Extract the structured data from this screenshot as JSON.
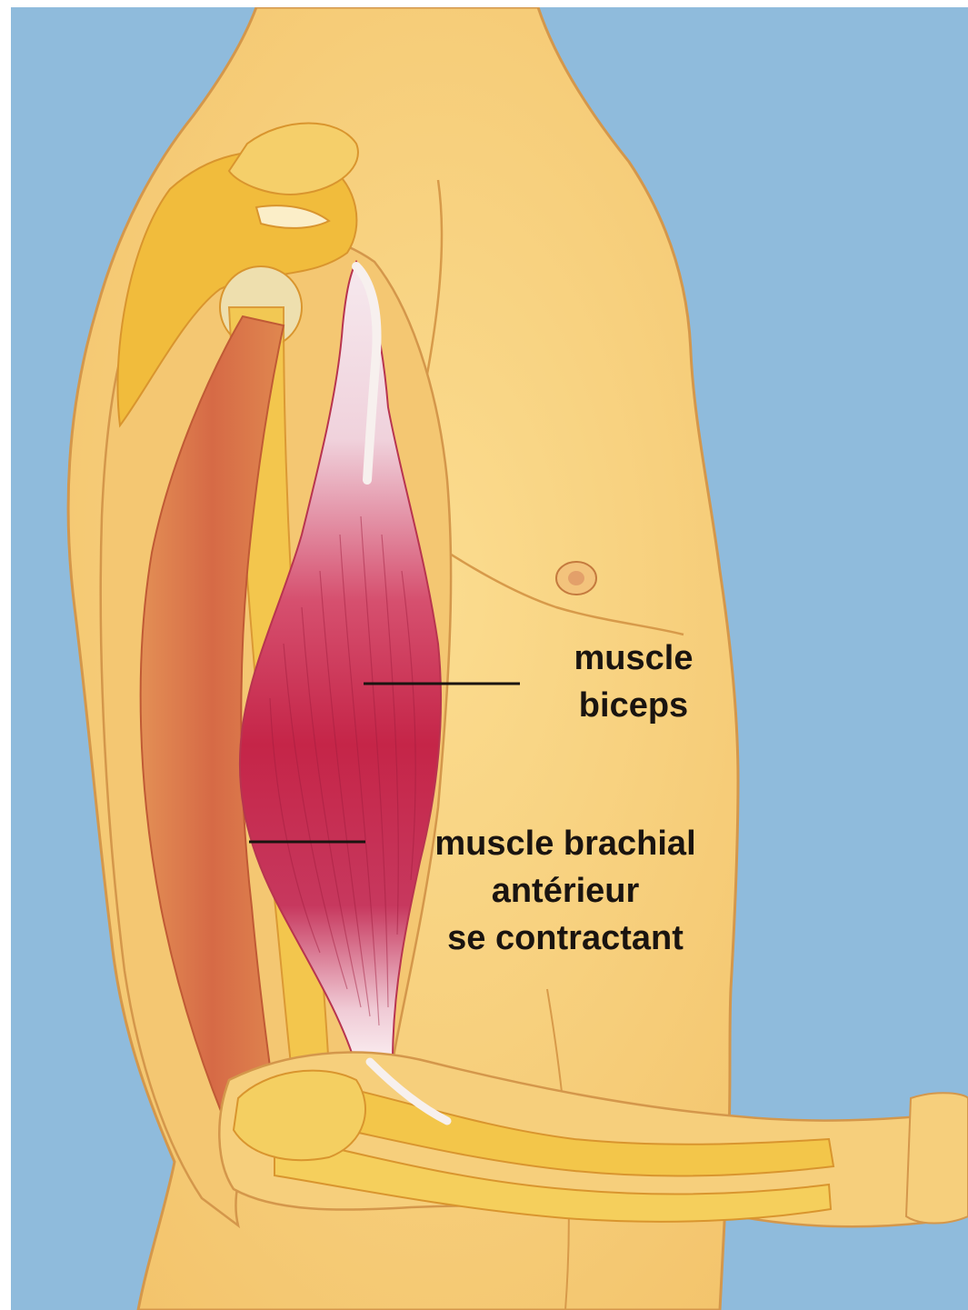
{
  "labels": {
    "biceps": {
      "line1": "muscle",
      "line2": "biceps"
    },
    "brachial": {
      "line1": "muscle brachial",
      "line2": "antérieur",
      "line3": "se contractant"
    }
  },
  "colors": {
    "background": "#8fbbdc",
    "skin": "#f6cf7c",
    "skin_outline": "#d79a4a",
    "bone": "#f2c84b",
    "biceps_muscle": "#c8284f",
    "triceps_muscle": "#d9784a",
    "tendon": "#f4e6ea",
    "leader_line": "#1a1410"
  }
}
